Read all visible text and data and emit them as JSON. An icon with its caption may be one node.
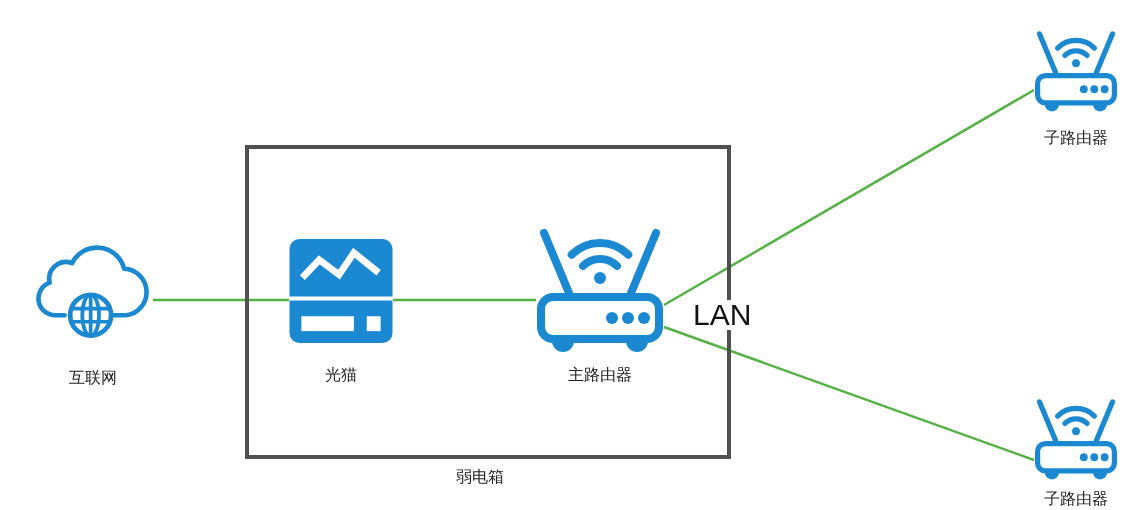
{
  "diagram": {
    "nodes": [
      {
        "text": [
          "互联网"
        ]
      },
      {
        "text": [
          "弱电箱"
        ]
      },
      {
        "text": [
          "光猫"
        ],
        "in": 1
      },
      {
        "text": [
          "主路由器"
        ],
        "in": 1
      },
      {
        "text": [
          "子路由器"
        ]
      },
      {
        "text": [
          "子路由器"
        ]
      }
    ],
    "edges": [
      {
        "from": 0,
        "to": 2,
        "arrow": "none"
      },
      {
        "from": 2,
        "to": 3,
        "arrow": "none"
      },
      {
        "from": 3,
        "to": 4,
        "arrow": "none"
      },
      {
        "from": 3,
        "to": 5,
        "arrow": "none"
      }
    ],
    "labels": [
      "LAN"
    ]
  }
}
